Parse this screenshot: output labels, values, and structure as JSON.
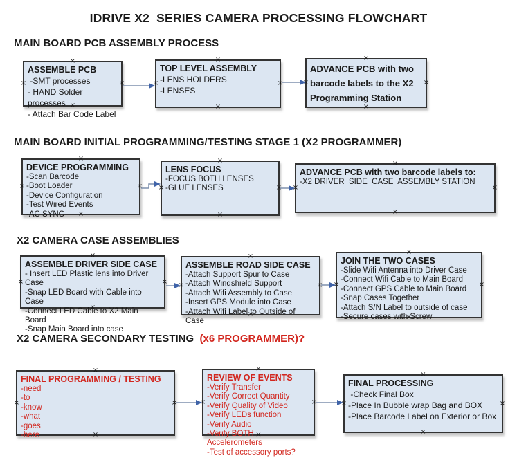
{
  "page_title": "IDRIVE X2  SERIES CAMERA PROCESSING FLOWCHART",
  "colors": {
    "box_fill": "#dce6f2",
    "box_border": "#333333",
    "accent_red": "#d2261e",
    "connector_line": "#7e90ad",
    "connector_arrowhead": "#3f63a8",
    "text": "#1a1a1a",
    "background": "#ffffff"
  },
  "sections": {
    "pcb_assembly": {
      "heading": "MAIN BOARD PCB ASSEMBLY PROCESS"
    },
    "initial_programming": {
      "heading": "MAIN BOARD INITIAL PROGRAMMING/TESTING STAGE 1 (X2 PROGRAMMER)"
    },
    "case_assemblies": {
      "heading": "X2 CAMERA CASE ASSEMBLIES"
    },
    "secondary_testing": {
      "heading": "X2 CAMERA SECONDARY TESTING  ",
      "heading_red": "(x6 PROGRAMMER)?"
    }
  },
  "boxes": {
    "assemble_pcb": {
      "title": "ASSEMBLE PCB",
      "items": [
        " -SMT processes",
        "- HAND Solder processes",
        "- Attach Bar Code Label"
      ]
    },
    "top_level_assembly": {
      "title": "TOP LEVEL ASSEMBLY",
      "items": [
        "-LENS HOLDERS",
        "-LENSES"
      ]
    },
    "advance_pcb_programming": {
      "title": "ADVANCE PCB with two barcode labels to the X2 Programming Station",
      "items": []
    },
    "device_programming": {
      "title": "DEVICE PROGRAMMING",
      "items": [
        "-Scan Barcode",
        "-Boot Loader",
        "-Device Configuration",
        "-Test Wired Events",
        "-AC SYNC"
      ]
    },
    "lens_focus": {
      "title": "LENS FOCUS",
      "items": [
        "-FOCUS BOTH LENSES",
        "-GLUE LENSES"
      ]
    },
    "advance_pcb_driver": {
      "title": "ADVANCE PCB with two barcode labels to:",
      "items": [
        "-X2 DRIVER  SIDE  CASE  ASSEMBLY STATION"
      ]
    },
    "assemble_driver_side_case": {
      "title": "ASSEMBLE DRIVER SIDE CASE",
      "items": [
        "- Insert LED Plastic lens into Driver Case",
        "-Snap LED Board with Cable into Case",
        "-Connect LED Cable to X2 Main Board",
        "-Snap Main Board into case"
      ]
    },
    "assemble_road_side_case": {
      "title": "ASSEMBLE ROAD SIDE CASE",
      "items": [
        "-Attach Support Spur to Case",
        "-Attach Windshield Support",
        "-Attach Wifi Assembly to Case",
        "-Insert GPS Module into Case",
        "-Attach Wifi Label to Outside of Case"
      ]
    },
    "join_the_two_cases": {
      "title": "JOIN THE TWO CASES",
      "items": [
        "-Slide Wifi Antenna into Driver Case",
        "-Connect Wifi Cable to Main Board",
        "-Connect GPS Cable to Main Board",
        "-Snap Cases Together",
        "-Attach S/N Label to outside of case",
        "-Secure cases with Screw"
      ]
    },
    "final_programming_testing": {
      "title": "FINAL PROGRAMMING / TESTING",
      "items": [
        "-need",
        "-to",
        "-know",
        "-what",
        "-goes",
        "-here"
      ]
    },
    "review_of_events": {
      "title": "REVIEW OF EVENTS",
      "items": [
        "-Verify Transfer",
        "-Verify Correct Quantity",
        "-Verify Quality of Video",
        "-Verify LEDs function",
        "-Verify Audio",
        "-Verify BOTH Accelerometers",
        "-Test of accessory ports?"
      ]
    },
    "final_processing": {
      "title": "FINAL PROCESSING",
      "items": [
        " -Check Final Box",
        "-Place In Bubble wrap Bag and BOX",
        "-Place Barcode Label on Exterior or Box"
      ]
    }
  }
}
